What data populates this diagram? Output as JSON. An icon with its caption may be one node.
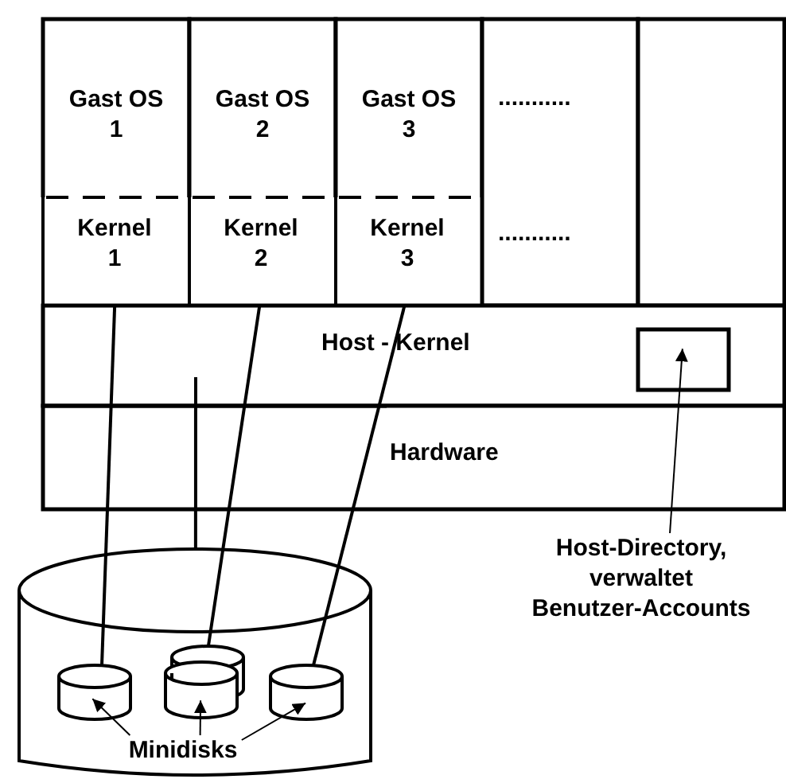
{
  "diagram": {
    "nodes": [
      {
        "text": [
          "Gast OS 1"
        ]
      },
      {
        "text": [
          "Kernel 1"
        ]
      },
      {
        "text": [
          "Gast OS 2"
        ]
      },
      {
        "text": [
          "Kernel 2"
        ]
      },
      {
        "text": [
          "Gast OS 3"
        ]
      },
      {
        "text": [
          "Kernel 3"
        ]
      },
      {
        "text": [
          "...........",
          "..........."
        ]
      },
      {
        "text": [],
        "shape": "box"
      },
      {
        "text": [
          "Host - Kernel"
        ]
      },
      {
        "text": [],
        "shape": "box",
        "in": 8
      },
      {
        "text": [
          "Hardware"
        ]
      },
      {
        "text": [],
        "shape": "cylinder"
      },
      {
        "text": [],
        "shape": "cylinder",
        "in": 11
      },
      {
        "text": [],
        "shape": "cylinder",
        "in": 11
      },
      {
        "text": [],
        "shape": "cylinder",
        "in": 11
      },
      {
        "text": [],
        "shape": "cylinder",
        "in": 11
      },
      {
        "text": [
          "Minidisks"
        ],
        "in": 11
      },
      {
        "text": [
          "Host-Directory, verwaltet Benutzer-Accounts"
        ]
      }
    ],
    "edges": [
      {
        "from": 1,
        "to": 12,
        "arrow": "none"
      },
      {
        "from": 3,
        "to": 13,
        "arrow": "none"
      },
      {
        "from": 5,
        "to": 15,
        "arrow": "none"
      },
      {
        "from": 8,
        "to": 11,
        "arrow": "none"
      },
      {
        "from": 16,
        "to": 12,
        "arrow": "to"
      },
      {
        "from": 16,
        "to": 14,
        "arrow": "to"
      },
      {
        "from": 16,
        "to": 15,
        "arrow": "to"
      },
      {
        "from": 17,
        "to": 9,
        "arrow": "to"
      }
    ]
  }
}
